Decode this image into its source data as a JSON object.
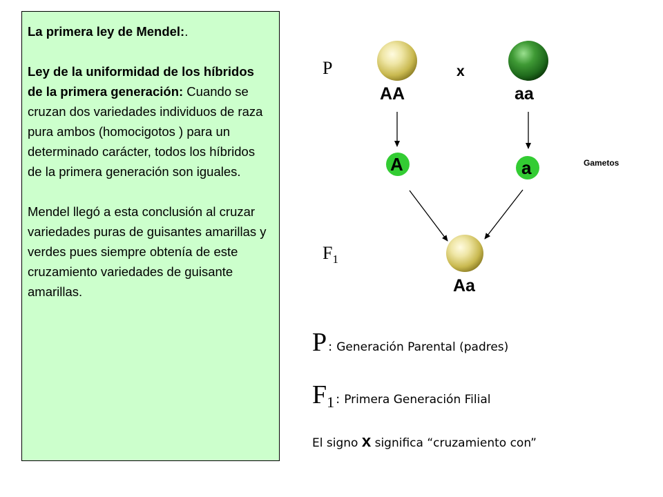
{
  "panel": {
    "heading": "La primera ley de Mendel:",
    "heading_dot": ".",
    "law_title": "Ley de la uniformidad de los híbridos de la primera generación:",
    "law_text": " Cuando se cruzan dos variedades individuos de raza pura ambos (homocigotos ) para un determinado carácter, todos los híbridos de la primera generación son iguales.",
    "conclusion": "Mendel llegó a esta conclusión al cruzar variedades puras de guisantes amarillas y verdes pues siempre obtenía de este cruzamiento variedades de guisante amarillas."
  },
  "diagram": {
    "p_label": "P",
    "f1_letter": "F",
    "f1_sub": "1",
    "cross_symbol": "x",
    "parent_left": "AA",
    "parent_right": "aa",
    "gamete_left": "A",
    "gamete_right": "a",
    "gametes_label": "Gametos",
    "offspring": "Aa"
  },
  "legend": {
    "p_letter": "P",
    "p_text": "Generación Parental  (padres)",
    "f1_letter": "F",
    "f1_sub": "1",
    "f1_text": "Primera Generación Filial",
    "sign_prefix": "El signo ",
    "sign_x": "x",
    "sign_suffix": " significa “cruzamiento con”"
  },
  "colors": {
    "panel_bg": "#ccffcc",
    "pea_yellow": "#d9cc6a",
    "pea_green": "#2f7f2a",
    "gamete_green": "#33cc33",
    "arrow": "#000000"
  }
}
